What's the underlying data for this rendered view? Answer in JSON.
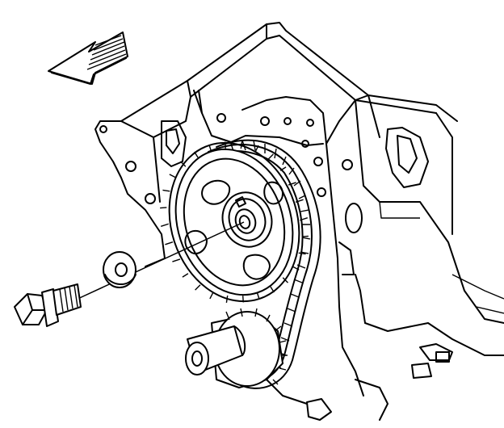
{
  "figure": {
    "background": "#ffffff",
    "line_color": "#000000",
    "parts": [
      "direction-arrow",
      "engine-block",
      "camshaft-sprocket",
      "timing-chain",
      "crankshaft-sprocket",
      "washer",
      "sprocket-bolt",
      "alignment-line"
    ]
  }
}
